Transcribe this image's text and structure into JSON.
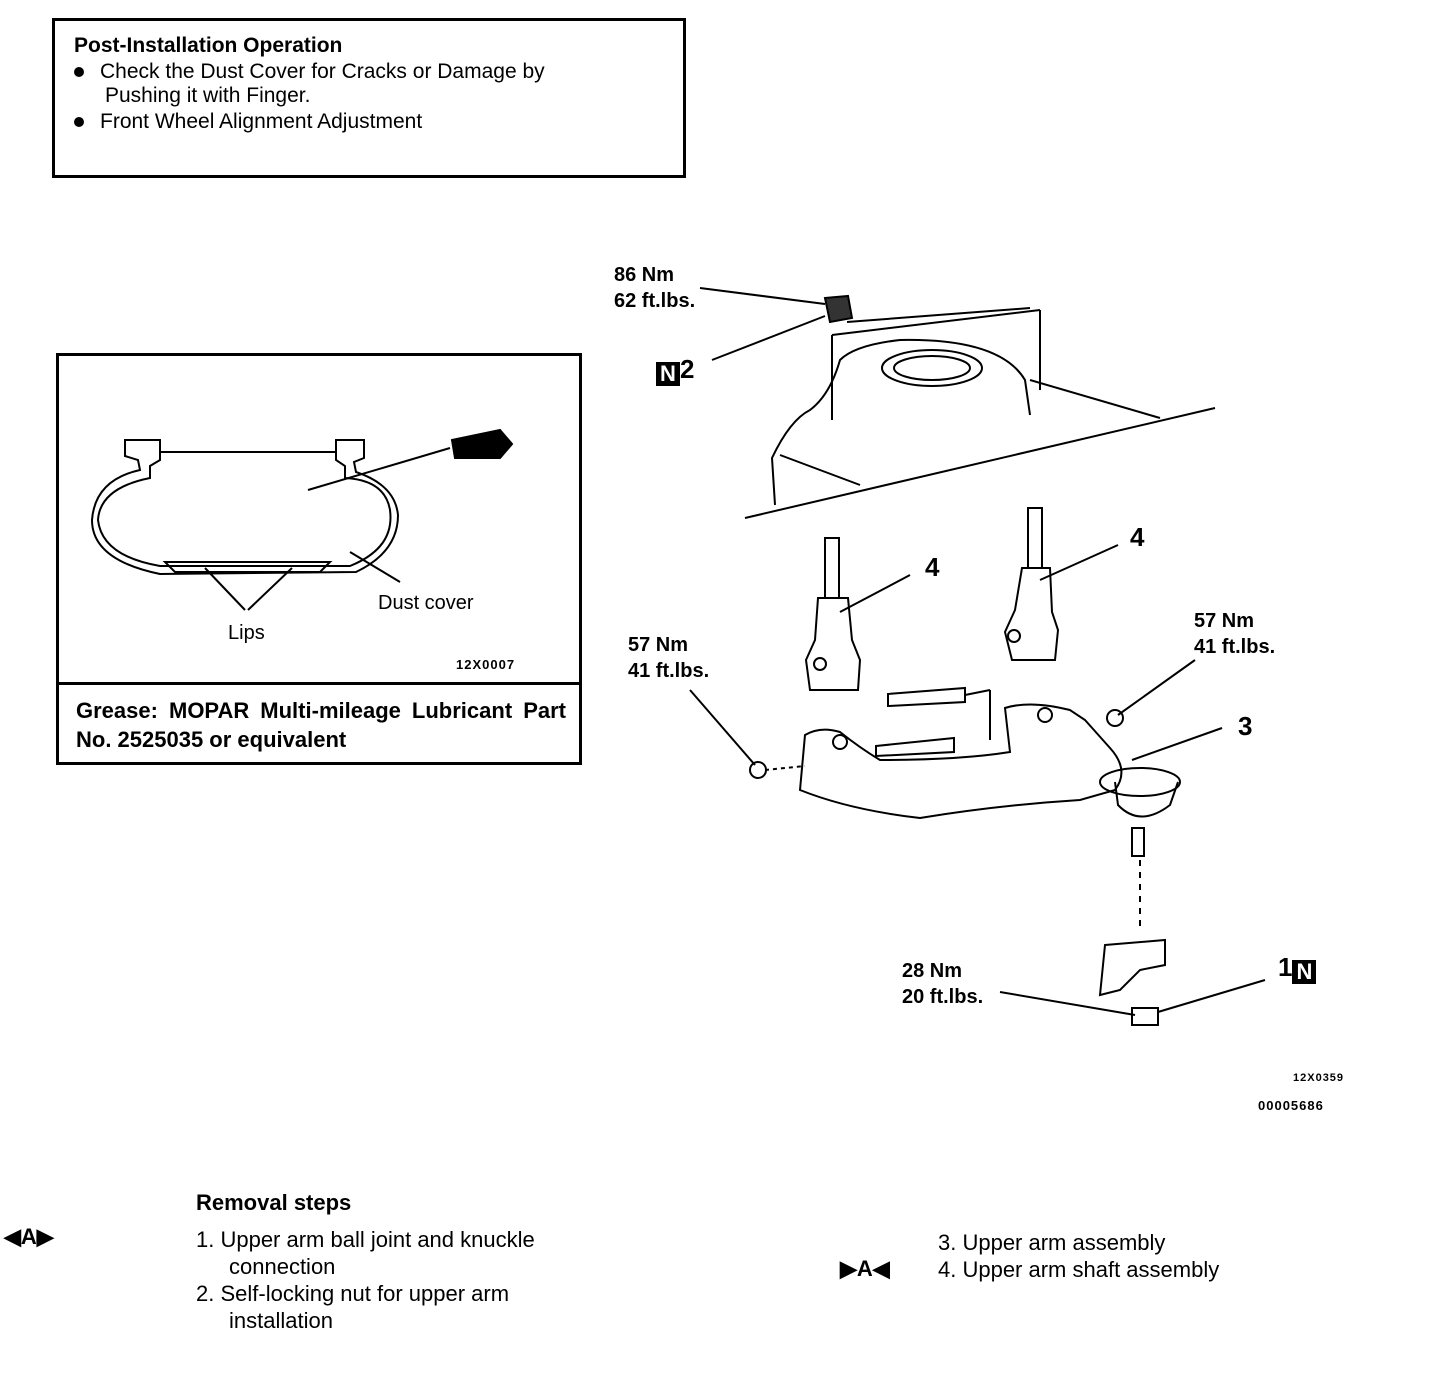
{
  "post_install": {
    "title": "Post-Installation Operation",
    "item1_line1": "Check the Dust Cover for Cracks or Damage by",
    "item1_line2": "Pushing it with Finger.",
    "item2": "Front Wheel Alignment Adjustment"
  },
  "dust_cover_figure": {
    "dust_cover_label": "Dust cover",
    "lips_label": "Lips",
    "code": "12X0007",
    "grease_note": "Grease: MOPAR Multi-mileage Lubricant Part No. 2525035 or equivalent"
  },
  "main_figure": {
    "torque_top_nm": "86 Nm",
    "torque_top_ft": "62 ft.lbs.",
    "callout_2_box": "N",
    "callout_2": "2",
    "callout_4a": "4",
    "callout_4b": "4",
    "torque_left_nm": "57 Nm",
    "torque_left_ft": "41 ft.lbs.",
    "torque_right_nm": "57 Nm",
    "torque_right_ft": "41 ft.lbs.",
    "callout_3": "3",
    "torque_bottom_nm": "28 Nm",
    "torque_bottom_ft": "20 ft.lbs.",
    "callout_1": "1",
    "callout_1_box": "N",
    "code1": "12X0359",
    "code2": "00005686"
  },
  "removal": {
    "title": "Removal steps",
    "marker_left": "◀A▶",
    "marker_right": "▶A◀",
    "step1_line1": "1. Upper arm ball joint and knuckle",
    "step1_line2": "connection",
    "step2_line1": "2. Self-locking nut for upper arm",
    "step2_line2": "installation",
    "step3": "3. Upper arm assembly",
    "step4": "4. Upper arm shaft assembly"
  }
}
